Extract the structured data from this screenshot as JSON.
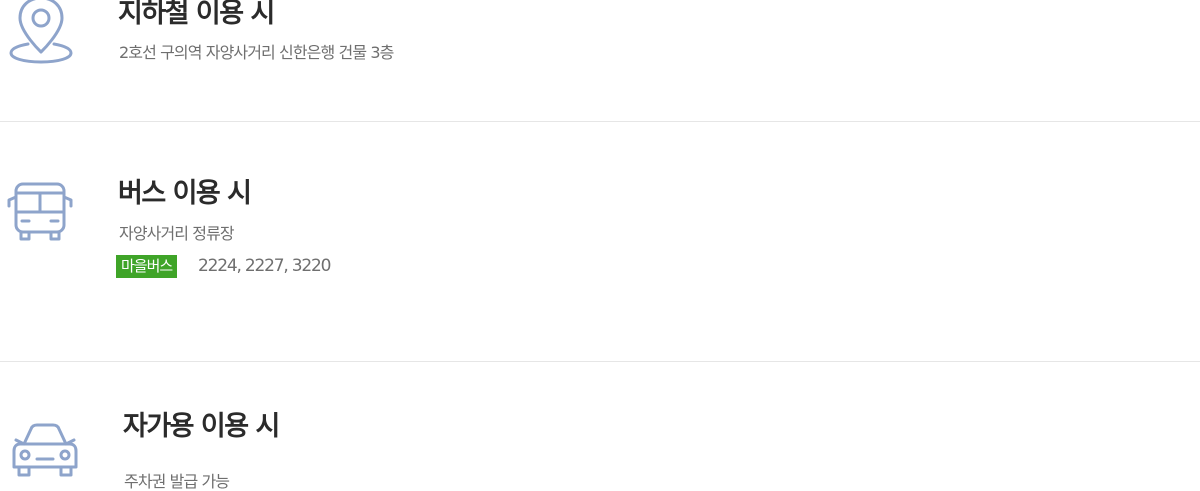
{
  "sections": {
    "subway": {
      "icon": "location-pin-icon",
      "title": "지하철 이용 시",
      "description": "2호선 구의역 자양사거리 신한은행 건물 3층"
    },
    "bus": {
      "icon": "bus-icon",
      "title": "버스 이용 시",
      "description": "자양사거리 정류장",
      "badge_label": "마을버스",
      "badge_color": "#3fa428",
      "routes": "2224, 2227, 3220"
    },
    "car": {
      "icon": "car-icon",
      "title": "자가용 이용 시",
      "description": "주차권 발급 가능"
    }
  },
  "colors": {
    "icon_stroke": "#8ea4cb",
    "title_text": "#2b2b2b",
    "desc_text": "#6f6f6f",
    "divider": "#e6e6e6"
  }
}
